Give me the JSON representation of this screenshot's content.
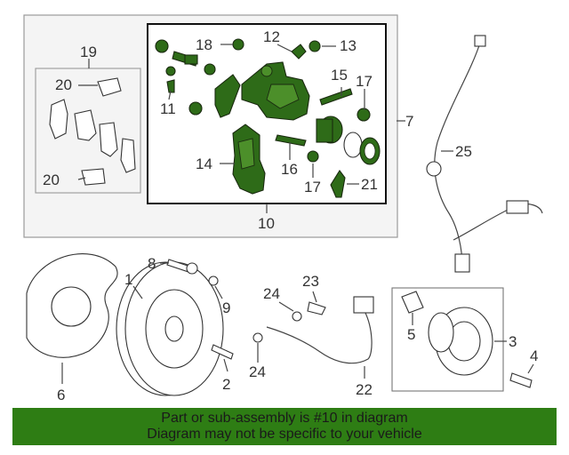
{
  "callouts": {
    "c1": "1",
    "c2": "2",
    "c3": "3",
    "c4": "4",
    "c5": "5",
    "c6": "6",
    "c7": "7",
    "c8": "8",
    "c9": "9",
    "c10": "10",
    "c11": "11",
    "c12": "12",
    "c13": "13",
    "c14": "14",
    "c15": "15",
    "c16": "16",
    "c17a": "17",
    "c17b": "17",
    "c18": "18",
    "c19": "19",
    "c20a": "20",
    "c20b": "20",
    "c21": "21",
    "c22": "22",
    "c23": "23",
    "c24a": "24",
    "c24b": "24",
    "c25": "25"
  },
  "highlighted_part": "10",
  "colors": {
    "highlight": "#2e6b18",
    "banner": "#2e7d14",
    "outline": "#333333"
  },
  "banner": {
    "line1": "Part or sub-assembly is #10 in diagram",
    "line2": "Diagram may not be specific to your vehicle"
  }
}
